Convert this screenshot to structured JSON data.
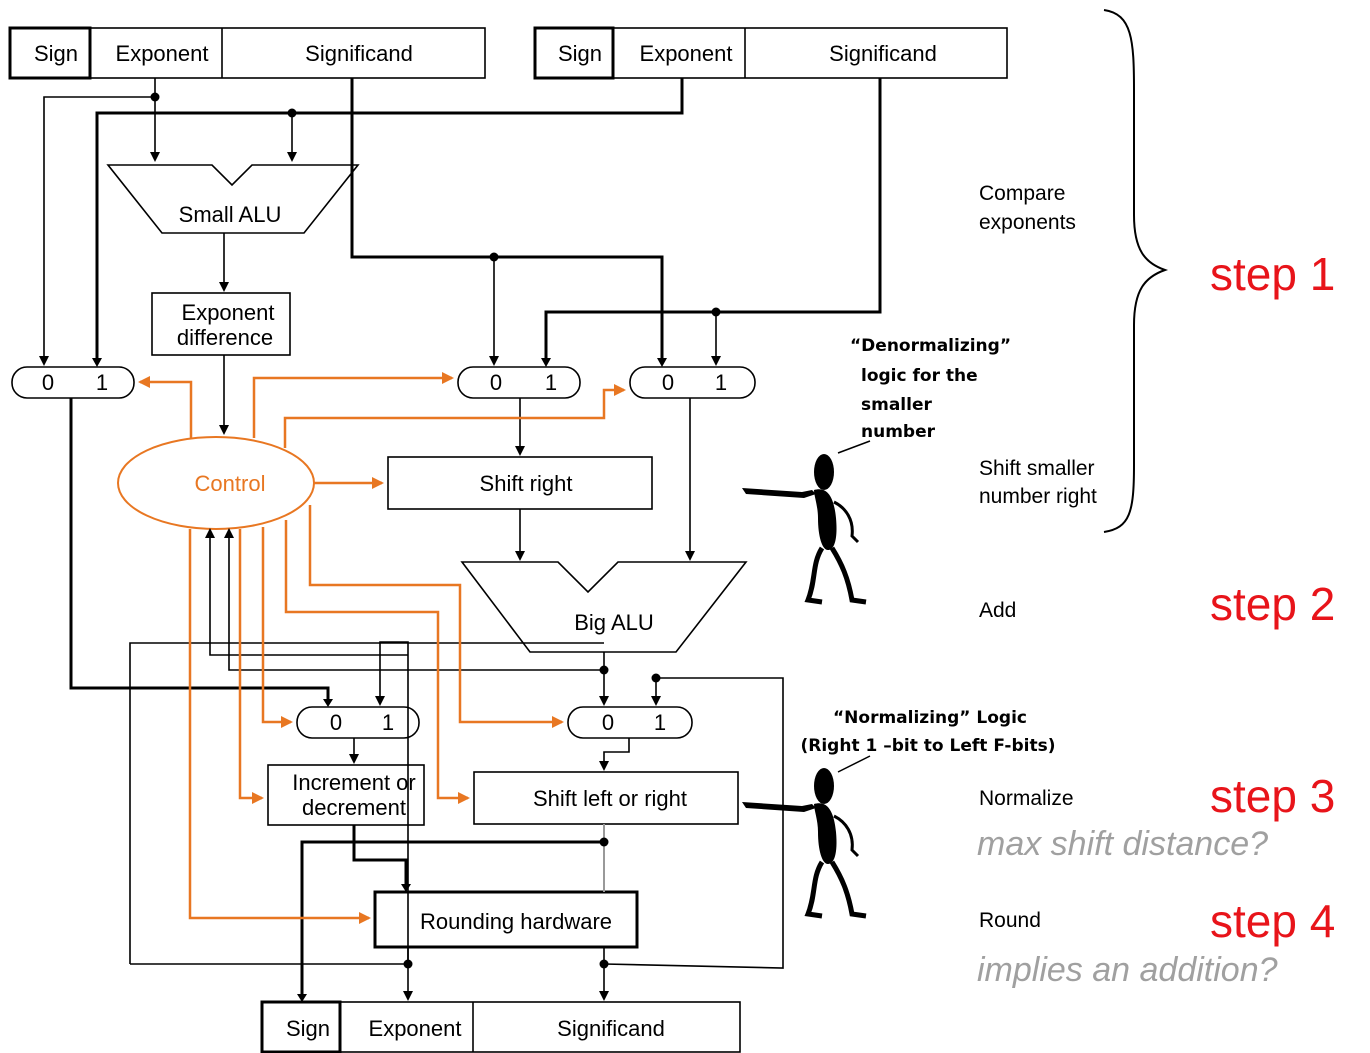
{
  "top_left_register": {
    "sign": "Sign",
    "exponent": "Exponent",
    "significand": "Significand"
  },
  "top_right_register": {
    "sign": "Sign",
    "exponent": "Exponent",
    "significand": "Significand"
  },
  "bottom_register": {
    "sign": "Sign",
    "exponent": "Exponent",
    "significand": "Significand"
  },
  "small_alu": "Small ALU",
  "big_alu": "Big ALU",
  "exp_diff": {
    "line1": "Exponent",
    "line2": "difference"
  },
  "control": "Control",
  "shift_right": "Shift right",
  "inc_dec": {
    "line1": "Increment or",
    "line2": "decrement"
  },
  "shift_lr": "Shift left or right",
  "rounding": "Rounding hardware",
  "mux": {
    "zero": "0",
    "one": "1"
  },
  "denorm_note": [
    "“Denormalizing”",
    "logic for the",
    "smaller",
    "number"
  ],
  "norm_note": [
    "“Normalizing” Logic",
    "(Right 1 –bit to Left F-bits)"
  ],
  "side_labels": {
    "compare": [
      "Compare",
      "exponents"
    ],
    "shift": [
      "Shift smaller",
      "number right"
    ],
    "add": "Add",
    "normalize": "Normalize",
    "round": "Round"
  },
  "steps": {
    "s1": "step 1",
    "s2": "step 2",
    "s3": "step 3",
    "s4": "step 4"
  },
  "questions": {
    "q3": "max shift distance?",
    "q4": "implies an addition?"
  },
  "colors": {
    "control": "#e87722",
    "step": "#e8141a",
    "question": "#a0a0a0"
  }
}
